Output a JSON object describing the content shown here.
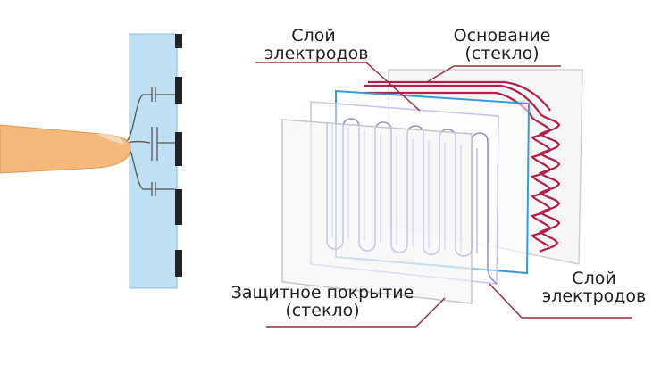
{
  "labels": {
    "electrode_layer_top": {
      "line1": "Слой",
      "line2": "электродов"
    },
    "base": {
      "line1": "Основание",
      "line2": "(стекло)"
    },
    "electrode_layer_bottom": {
      "line1": "Слой",
      "line2": "электродов"
    },
    "protective_cover": {
      "line1": "Защитное покрытие",
      "line2": "(стекло)"
    }
  },
  "colors": {
    "glass_side": "#bfe0f2",
    "finger": "#f4b97a",
    "red_electrodes": "#b3214a",
    "violet_electrodes": "#9b8ed6",
    "blue_layer": "#3a9bd8",
    "leader_line": "#9b2a3a"
  }
}
